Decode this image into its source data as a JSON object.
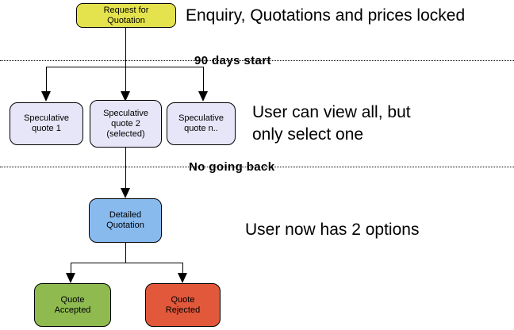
{
  "diagram": {
    "type": "flowchart",
    "nodes": {
      "request_for_quotation": {
        "label": "Request for\nQuotation",
        "fill": "#e5e34d"
      },
      "speculative_quote_1": {
        "label": "Speculative\nquote 1",
        "fill": "#e6e6f8"
      },
      "speculative_quote_2": {
        "label": "Speculative\nquote 2\n(selected)",
        "fill": "#e6e6f8"
      },
      "speculative_quote_n": {
        "label": "Speculative\nquote n..",
        "fill": "#e6e6f8"
      },
      "detailed_quotation": {
        "label": "Detailed\nQuotation",
        "fill": "#88baee"
      },
      "quote_accepted": {
        "label": "Quote\nAccepted",
        "fill": "#8eba50"
      },
      "quote_rejected": {
        "label": "Quote\nRejected",
        "fill": "#e2583a"
      }
    },
    "annotations": {
      "enquiry_locked": "Enquiry, Quotations and prices locked",
      "ninety_days_start": "90 days start",
      "user_view_all": "User can view all, but\nonly select one",
      "no_going_back": "No going back",
      "two_options": "User now has 2 options"
    },
    "colors": {
      "line": "#000000",
      "background": "#ffffff"
    }
  }
}
